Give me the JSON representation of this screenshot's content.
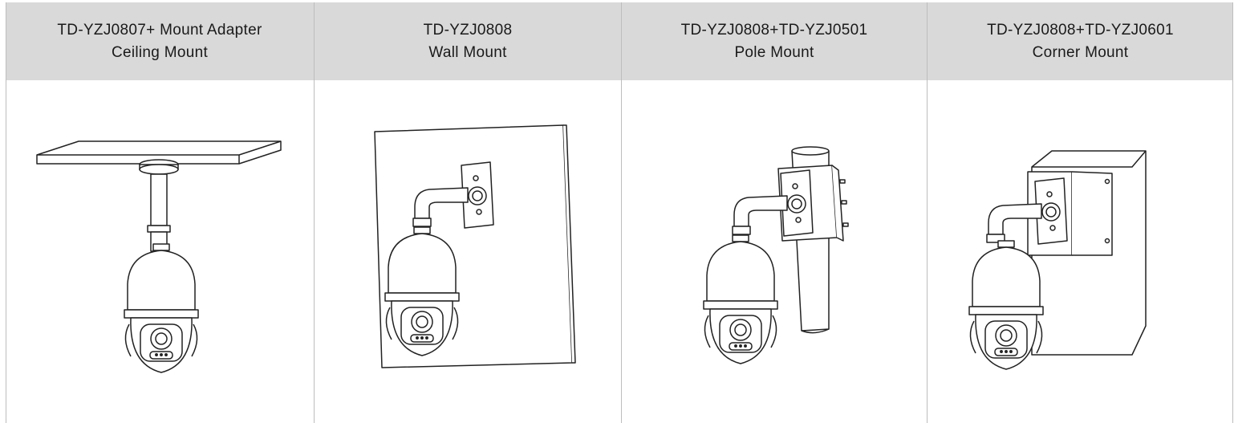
{
  "header": {
    "columns": [
      {
        "model": "TD-YZJ0807+ Mount Adapter",
        "mount_type": "Ceiling Mount"
      },
      {
        "model": "TD-YZJ0808",
        "mount_type": "Wall Mount"
      },
      {
        "model": "TD-YZJ0808+TD-YZJ0501",
        "mount_type": "Pole Mount"
      },
      {
        "model": "TD-YZJ0808+TD-YZJ0601",
        "mount_type": "Corner Mount"
      }
    ]
  },
  "illustrations": [
    {
      "icon": "ceiling-mount-camera-illustration"
    },
    {
      "icon": "wall-mount-camera-illustration"
    },
    {
      "icon": "pole-mount-camera-illustration"
    },
    {
      "icon": "corner-mount-camera-illustration"
    }
  ],
  "colors": {
    "header_bg": "#d9d9d9",
    "line": "#bdbdbd",
    "drawing": "#222222"
  }
}
